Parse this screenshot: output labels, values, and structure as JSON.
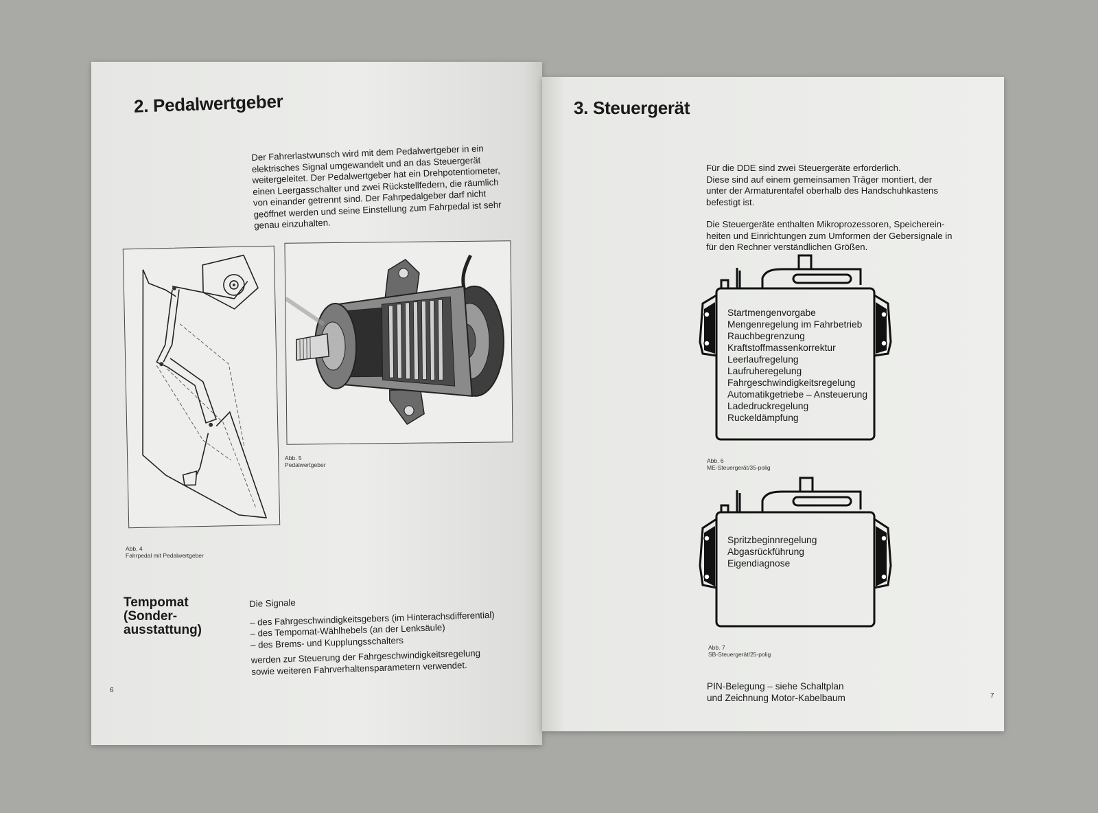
{
  "left_page": {
    "title": "2. Pedalwertgeber",
    "intro_lines": [
      "Der Fahrerlastwunsch wird mit dem Pedalwertgeber in ein",
      "elektrisches Signal umgewandelt und an das Steuergerät",
      "weitergeleitet. Der Pedalwertgeber hat ein Drehpotentiometer,",
      "einen Leergasschalter und zwei Rückstellfedern, die räumlich",
      "von einander getrennt sind. Der Fahrpedalgeber darf nicht",
      "geöffnet werden und seine Einstellung zum Fahrpedal ist sehr",
      "genau einzuhalten."
    ],
    "figure4": {
      "label": "Abb. 4",
      "caption": "Fahrpedal mit Pedalwertgeber"
    },
    "figure5": {
      "label": "Abb. 5",
      "caption": "Pedalwertgeber"
    },
    "tempomat": {
      "heading_lines": [
        "Tempomat",
        "(Sonder-",
        "ausstattung)"
      ],
      "lead": "Die Signale",
      "items": [
        "– des Fahrgeschwindigkeitsgebers (im Hinterachsdifferential)",
        "– des Tempomat-Wählhebels (an der Lenksäule)",
        "– des Brems- und Kupplungsschalters"
      ],
      "closing_lines": [
        "werden zur Steuerung der Fahrgeschwindigkeitsregelung",
        "sowie weiteren Fahrverhaltensparametern verwendet."
      ]
    },
    "page_number": "6"
  },
  "right_page": {
    "title": "3. Steuergerät",
    "para1_lines": [
      "Für die DDE sind zwei Steuergeräte erforderlich.",
      "Diese sind auf einem gemeinsamen Träger montiert, der",
      "unter der Armaturentafel oberhalb des Handschuhkastens",
      "befestigt ist."
    ],
    "para2_lines": [
      "Die Steuergeräte enthalten Mikroprozessoren, Speicherein-",
      "heiten und Einrichtungen zum Umformen der Gebersignale in",
      "für den Rechner verständlichen Größen."
    ],
    "unit1": {
      "functions": [
        "Startmengenvorgabe",
        "Mengenregelung im Fahrbetrieb",
        "Rauchbegrenzung",
        "Kraftstoffmassenkorrektur",
        "Leerlaufregelung",
        "Laufruheregelung",
        "Fahrgeschwindigkeitsregelung",
        "Automatikgetriebe – Ansteuerung",
        "Ladedruckregelung",
        "Ruckeldämpfung"
      ],
      "label": "Abb. 6",
      "caption": "ME-Steuergerät/35-polig"
    },
    "unit2": {
      "functions": [
        "Spritzbeginnregelung",
        "Abgasrückführung",
        "Eigendiagnose"
      ],
      "label": "Abb. 7",
      "caption": "SB-Steuergerät/25-polig"
    },
    "footer_lines": [
      "PIN-Belegung – siehe Schaltplan",
      "und Zeichnung Motor-Kabelbaum"
    ],
    "page_number": "7"
  }
}
